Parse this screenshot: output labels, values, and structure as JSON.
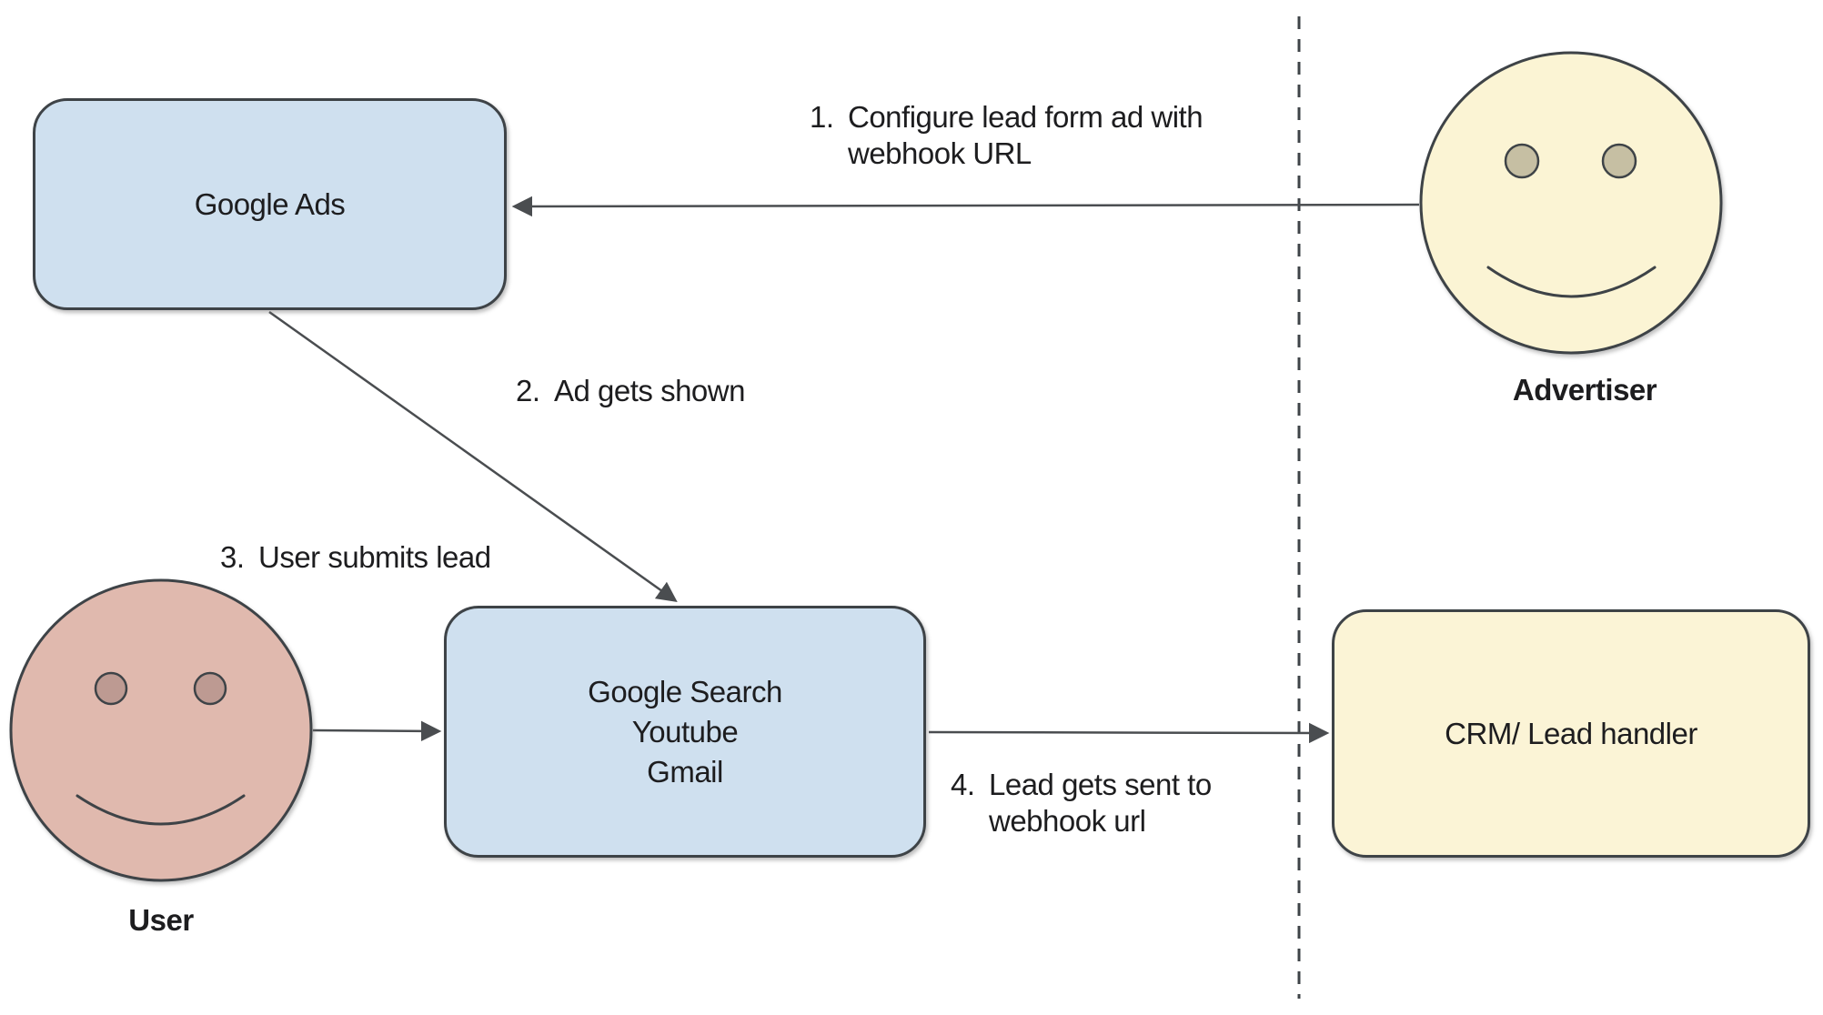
{
  "nodes": {
    "google_ads": {
      "label": "Google Ads"
    },
    "platforms": {
      "lines": [
        "Google Search",
        "Youtube",
        "Gmail"
      ]
    },
    "crm": {
      "label": "CRM/ Lead handler"
    }
  },
  "actors": {
    "advertiser": {
      "label": "Advertiser"
    },
    "user": {
      "label": "User"
    }
  },
  "annotations": [
    {
      "number": "1.",
      "lines": [
        "Configure lead form ad with",
        "webhook URL"
      ]
    },
    {
      "number": "2.",
      "lines": [
        "Ad gets shown"
      ]
    },
    {
      "number": "3.",
      "lines": [
        "User submits lead"
      ]
    },
    {
      "number": "4.",
      "lines": [
        "Lead gets sent to",
        "webhook url"
      ]
    }
  ],
  "icons": {
    "advertiser": "smiley-face-icon",
    "user": "smiley-face-icon"
  },
  "colors": {
    "node_blue_fill": "#cfe0ef",
    "node_yellow_fill": "#fbf4d6",
    "advertiser_face_fill": "#fbf4d4",
    "advertiser_eye_fill": "#c6bfa3",
    "user_face_fill": "#e0b9ae",
    "user_eye_fill": "#bd9a92",
    "outline": "#3e4347",
    "arrow": "#4a4d50",
    "text": "#1d1d1f"
  }
}
